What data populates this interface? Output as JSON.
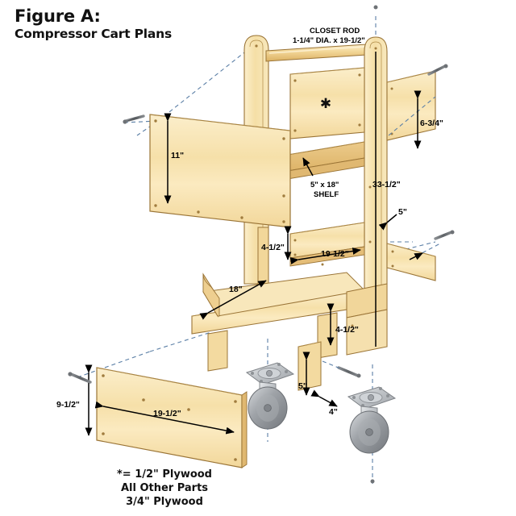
{
  "figure": {
    "title_line1": "Figure A:",
    "title_line2": "Compressor Cart Plans"
  },
  "callouts": {
    "closet_rod_line1": "CLOSET ROD",
    "closet_rod_line2": "1-1/4\" DIA. x 19-1/2\"",
    "shelf_line1": "5\" x 18\"",
    "shelf_line2": "SHELF",
    "star_marker": "✱"
  },
  "dimensions": {
    "back_panel_height": "11\"",
    "upper_side_panel": "6-3/4\"",
    "post_height": "33-1/2\"",
    "rail_offset": "5\"",
    "lower_rail_gap": "4-1/2\"",
    "lower_rail_length": "19-1/2\"",
    "deck_depth": "18\"",
    "right_rail_gap": "4-1/2\"",
    "caster_block_height": "5\"",
    "caster_block_width": "4\"",
    "bottom_panel_height": "9-1/2\"",
    "bottom_panel_width": "19-1/2\""
  },
  "legend": {
    "line1": "*= 1/2\" Plywood",
    "line2": "All Other Parts",
    "line3": "3/4\" Plywood"
  },
  "colors": {
    "plywood_face": "#f7e3b0",
    "plywood_face_light": "#fbeecb",
    "plywood_edge": "#e3c07a",
    "plywood_dark": "#d9ae63",
    "outline": "#9a7436",
    "assembly_line": "#5b7fa6",
    "caster_metal": "#b9bcc0",
    "caster_wheel": "#8e9296",
    "screw": "#6e7276",
    "text": "#111111"
  }
}
